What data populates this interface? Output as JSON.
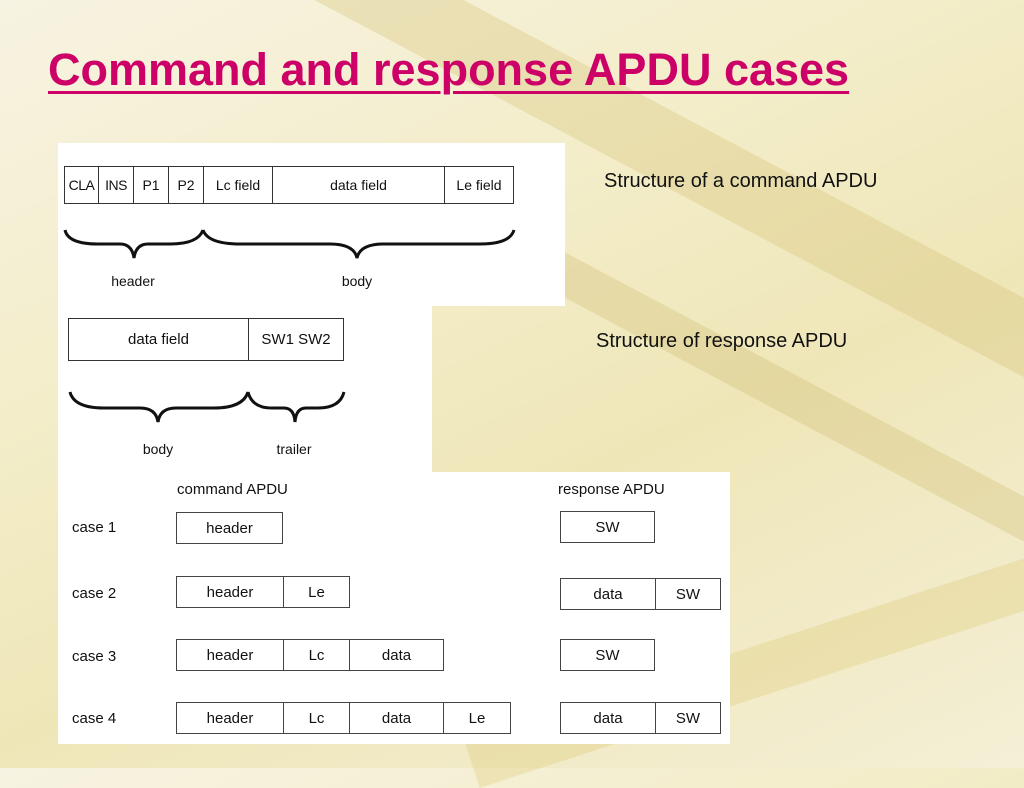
{
  "title": "Command and response APDU cases",
  "command_structure": {
    "label": "Structure of a command APDU",
    "fields": [
      "CLA",
      "INS",
      "P1",
      "P2",
      "Lc field",
      "data field",
      "Le field"
    ],
    "brace_labels": {
      "header": "header",
      "body": "body"
    }
  },
  "response_structure": {
    "label": "Structure of response APDU",
    "fields": [
      "data field",
      "SW1 SW2"
    ],
    "brace_labels": {
      "body": "body",
      "trailer": "trailer"
    }
  },
  "cases": {
    "command_heading": "command APDU",
    "response_heading": "response APDU",
    "rows": [
      {
        "label": "case 1",
        "command": [
          "header"
        ],
        "response": [
          "SW"
        ]
      },
      {
        "label": "case 2",
        "command": [
          "header",
          "Le"
        ],
        "response": [
          "data",
          "SW"
        ]
      },
      {
        "label": "case 3",
        "command": [
          "header",
          "Lc",
          "data"
        ],
        "response": [
          "SW"
        ]
      },
      {
        "label": "case 4",
        "command": [
          "header",
          "Lc",
          "data",
          "Le"
        ],
        "response": [
          "data",
          "SW"
        ]
      }
    ]
  }
}
